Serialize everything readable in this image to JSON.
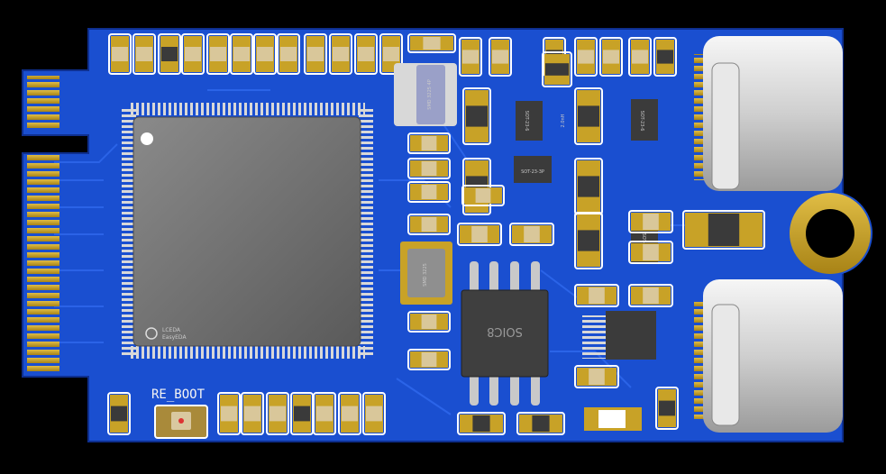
{
  "board": {
    "silkscreen_button_label": "RE_BOOT",
    "soic_label": "SOIC8",
    "eda_logo_line1": "LCEDA",
    "eda_logo_line2": "EasyEDA",
    "package_labels": {
      "smd_top": "SMD 3225 4P",
      "smd_mid": "SMD 3225",
      "sot_a": "SOT-23-6",
      "sot_b": "SOT-23-6",
      "sot_c": "SOT-23-3P",
      "sot_d": "SOT-23-6",
      "ind": "2.0nH"
    }
  },
  "colors": {
    "pcb_blue": "#1a4fd0",
    "pcb_dark": "#1238a8",
    "gold": "#c8a227",
    "copper_trace": "#2a62e6",
    "chip_gray": "#6e6e6e",
    "silk_white": "#f2f2f2"
  }
}
